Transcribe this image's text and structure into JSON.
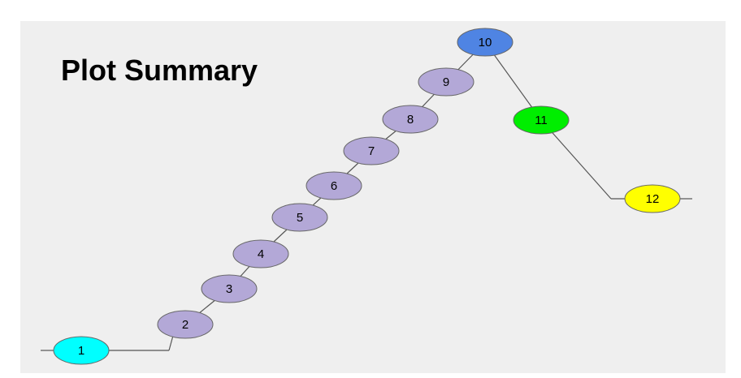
{
  "title": "Plot Summary",
  "nodes": [
    {
      "label": "1",
      "color": "#00ffff"
    },
    {
      "label": "2",
      "color": "#b3a8d7"
    },
    {
      "label": "3",
      "color": "#b3a8d7"
    },
    {
      "label": "4",
      "color": "#b3a8d7"
    },
    {
      "label": "5",
      "color": "#b3a8d7"
    },
    {
      "label": "6",
      "color": "#b3a8d7"
    },
    {
      "label": "7",
      "color": "#b3a8d7"
    },
    {
      "label": "8",
      "color": "#b3a8d7"
    },
    {
      "label": "9",
      "color": "#b3a8d7"
    },
    {
      "label": "10",
      "color": "#4f84e3"
    },
    {
      "label": "11",
      "color": "#00ee00"
    },
    {
      "label": "12",
      "color": "#ffff00"
    }
  ],
  "edges": [
    [
      "1",
      "2"
    ],
    [
      "2",
      "3"
    ],
    [
      "3",
      "4"
    ],
    [
      "4",
      "5"
    ],
    [
      "5",
      "6"
    ],
    [
      "6",
      "7"
    ],
    [
      "7",
      "8"
    ],
    [
      "8",
      "9"
    ],
    [
      "9",
      "10"
    ],
    [
      "10",
      "11"
    ],
    [
      "11",
      "12"
    ]
  ],
  "colors": {
    "background": "#efefef",
    "edge": "#555555",
    "node_stroke": "#666666"
  }
}
